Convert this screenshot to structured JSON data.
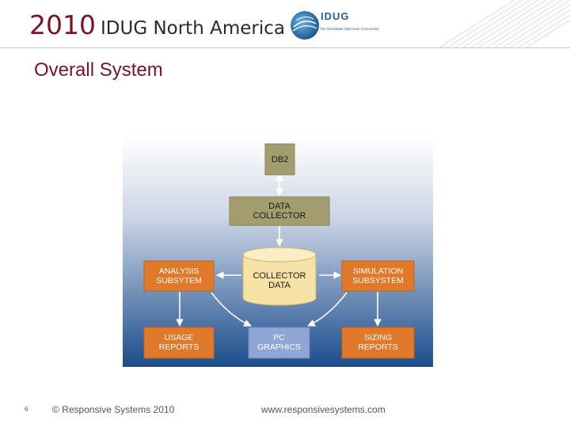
{
  "header": {
    "year": "2010",
    "conference": "IDUG North America",
    "logo_text": "IDUG",
    "logo_tagline": "The Worldwide DB2 User Community"
  },
  "slide": {
    "title": "Overall System"
  },
  "diagram": {
    "db2": "DB2",
    "data_collector": [
      "DATA",
      "COLLECTOR"
    ],
    "collector_data": [
      "COLLECTOR",
      "DATA"
    ],
    "analysis": [
      "ANALYSIS",
      "SUBSYTEM"
    ],
    "simulation": [
      "SIMULATION",
      "SUBSYSTEM"
    ],
    "usage": [
      "USAGE",
      "REPORTS"
    ],
    "pc_graphics": [
      "PC",
      "GRAPHICS"
    ],
    "sizing": [
      "SIZING",
      "REPORTS"
    ],
    "colors": {
      "khaki_box": "#a39c6e",
      "orange_box": "#e07a2a",
      "blue_box": "#8ea6d6",
      "cylinder": "#f7e2a6",
      "bg_top": "#ffffff",
      "bg_bottom": "#1a4d8c"
    }
  },
  "footer": {
    "page_number": "6",
    "copyright": "© Responsive Systems 2010",
    "url": "www.responsivesystems.com"
  }
}
